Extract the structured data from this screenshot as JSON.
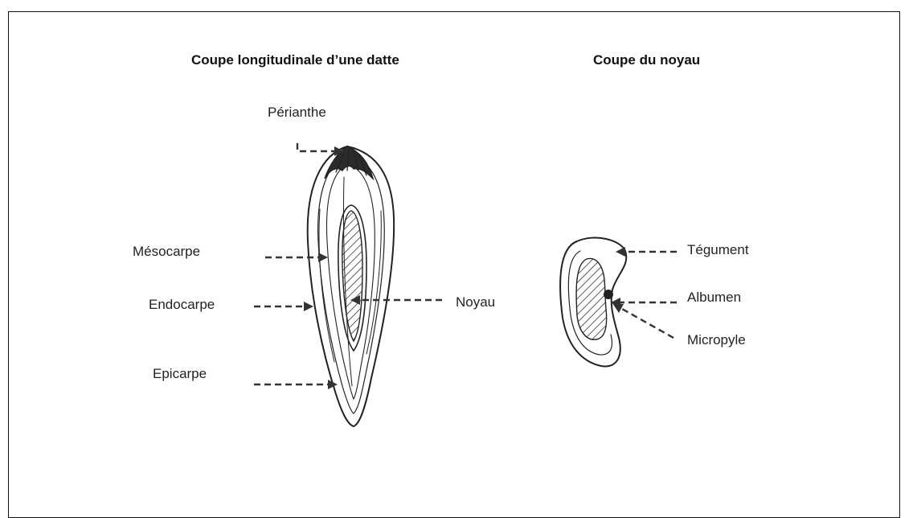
{
  "diagram": {
    "titles": {
      "date": "Coupe longitudinale d’une datte",
      "pit": "Coupe du noyau"
    },
    "date_labels": {
      "perianthe": "Périanthe",
      "mesocarpe": "Mésocarpe",
      "endocarpe": "Endocarpe",
      "epicarpe": "Epicarpe",
      "noyau": "Noyau"
    },
    "pit_labels": {
      "tegument": "Tégument",
      "albumen": "Albumen",
      "micropyle": "Micropyle"
    }
  }
}
